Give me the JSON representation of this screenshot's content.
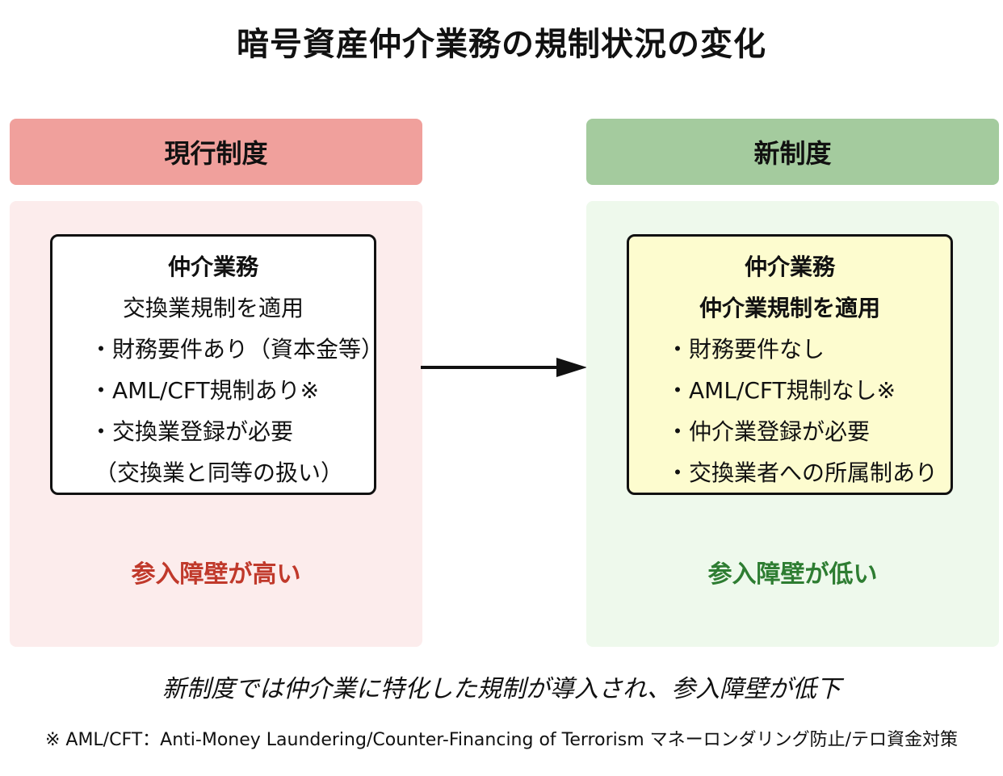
{
  "title": "暗号資産仲介業務の規制状況の変化",
  "current": {
    "header": "現行制度",
    "card": {
      "heading": "仲介業務",
      "regulation": "交換業規制を適用",
      "items": [
        "・財務要件あり（資本金等）",
        "・AML/CFT規制あり※",
        "・交換業登録が必要",
        "（交換業と同等の扱い）"
      ]
    },
    "barrier": "参入障壁が高い"
  },
  "new": {
    "header": "新制度",
    "card": {
      "heading": "仲介業務",
      "regulation": "仲介業規制を適用",
      "items": [
        "・財務要件なし",
        "・AML/CFT規制なし※",
        "・仲介業登録が必要",
        "・交換業者への所属制あり"
      ]
    },
    "barrier": "参入障壁が低い"
  },
  "summary": "新制度では仲介業に特化した規制が導入され、参入障壁が低下",
  "footnote": "※ AML/CFT：Anti-Money Laundering/Counter-Financing of Terrorism マネーロンダリング防止/テロ資金対策",
  "colors": {
    "current_header": "#f0a09c",
    "current_body": "#fcecec",
    "new_header": "#a4cb9e",
    "new_body": "#eef9ec",
    "new_card": "#fdfccf",
    "barrier_high": "#c0392b",
    "barrier_low": "#2e7d32"
  }
}
